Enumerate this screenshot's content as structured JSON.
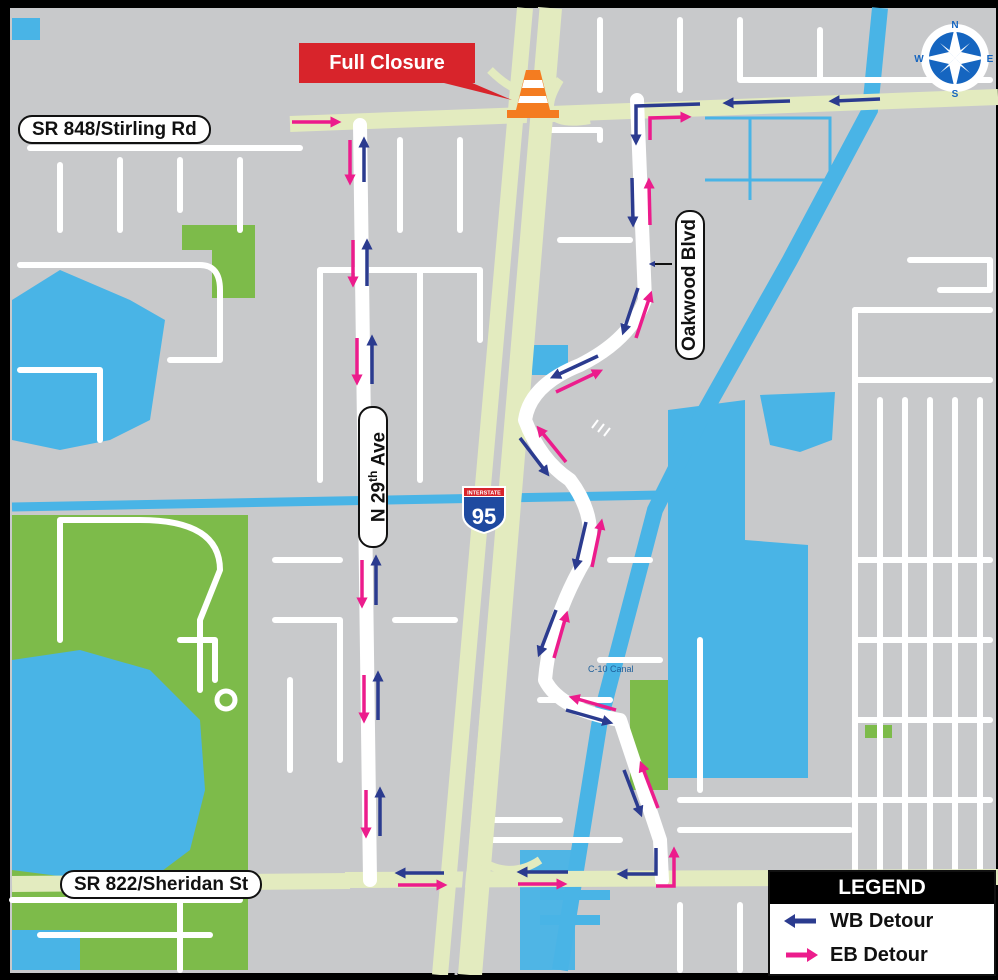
{
  "roads": {
    "stirling": "SR 848/Stirling Rd",
    "sheridan": "SR 822/Sheridan St",
    "n29_main": "N 29",
    "n29_sup": "th",
    "n29_suffix": " Ave",
    "oakwood": "Oakwood Blvd"
  },
  "closure": {
    "label": "Full Closure"
  },
  "interstate": {
    "banner": "INTERSTATE",
    "number": "95"
  },
  "canal": {
    "label": "C-10 Canal"
  },
  "compass": {
    "n": "N",
    "s": "S",
    "e": "E",
    "w": "W"
  },
  "legend": {
    "title": "LEGEND",
    "items": [
      {
        "label": "WB Detour",
        "color": "#2b3b8f"
      },
      {
        "label": "EB Detour",
        "color": "#ec1c8c"
      }
    ]
  },
  "colors": {
    "land": "#c8c9cb",
    "street": "#ffffff",
    "water": "#49b4e6",
    "park": "#7dbb4a",
    "highway": "#e3ebbf",
    "wb": "#2b3b8f",
    "eb": "#ec1c8c",
    "closure": "#d8242b"
  }
}
